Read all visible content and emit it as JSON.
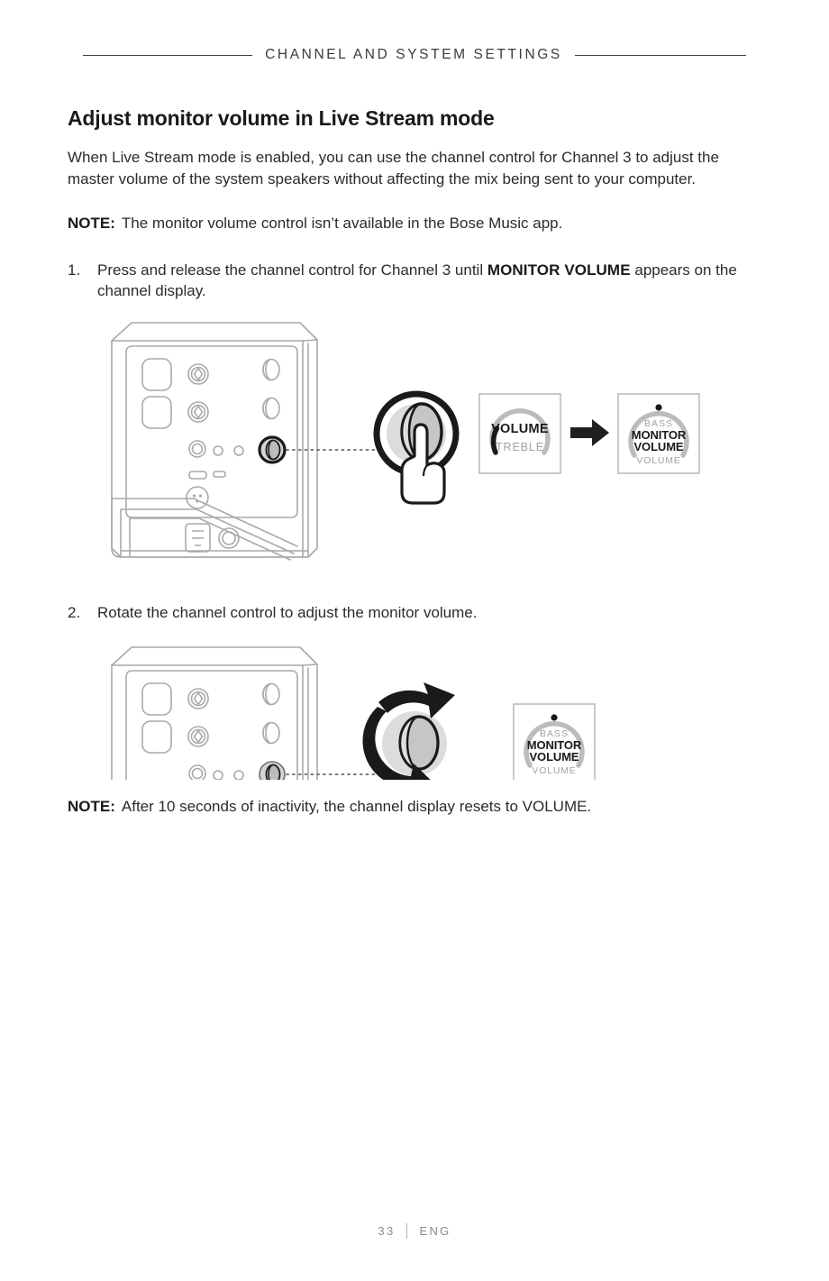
{
  "header": {
    "title": "CHANNEL AND SYSTEM SETTINGS"
  },
  "page": {
    "title": "Adjust monitor volume in Live Stream mode",
    "intro": "When Live Stream mode is enabled, you can use the channel control for Channel 3 to adjust the master volume of the system speakers without affecting the mix being sent to your computer."
  },
  "note_top": {
    "label": "NOTE:",
    "text": "The monitor volume control isn’t available in the Bose Music app."
  },
  "steps": [
    {
      "number": "1.",
      "text_before": "Press and release the channel control for Channel 3 until ",
      "emphasis": "MONITOR VOLUME",
      "text_after": " appears on the channel display."
    },
    {
      "number": "2.",
      "text_before": "Rotate the channel control to adjust the monitor volume.",
      "emphasis": "",
      "text_after": ""
    }
  ],
  "figure_one": {
    "name": "speaker-rear-panel-press-channel-control",
    "display_before": {
      "top_label": "",
      "main_label": "VOLUME",
      "bottom_label": "TREBLE"
    },
    "display_after": {
      "top_label": "BASS",
      "main_label_line1": "MONITOR",
      "main_label_line2": "VOLUME",
      "bottom_label": "VOLUME"
    },
    "transition_icon": "right-arrow-icon",
    "gesture_icon": "press-finger-icon"
  },
  "figure_two": {
    "name": "speaker-rear-panel-rotate-channel-control",
    "display": {
      "top_label": "BASS",
      "main_label_line1": "MONITOR",
      "main_label_line2": "VOLUME",
      "bottom_label": "VOLUME"
    },
    "gesture_icon": "rotate-arrow-icon"
  },
  "note_bottom": {
    "label": "NOTE:",
    "text": "After 10 seconds of inactivity, the channel display resets to VOLUME."
  },
  "footer": {
    "page_number": "33",
    "language": "ENG"
  },
  "colors": {
    "ink": "#231f20",
    "rule": "#45444a",
    "line_art": "#a9a9ae",
    "knob_dark": "#1a1a1a",
    "knob_fill": "#c9c9cb",
    "display_arc": "#b6b6ba",
    "display_muted": "#9a9a9e",
    "footer": "#8a8a8f"
  }
}
